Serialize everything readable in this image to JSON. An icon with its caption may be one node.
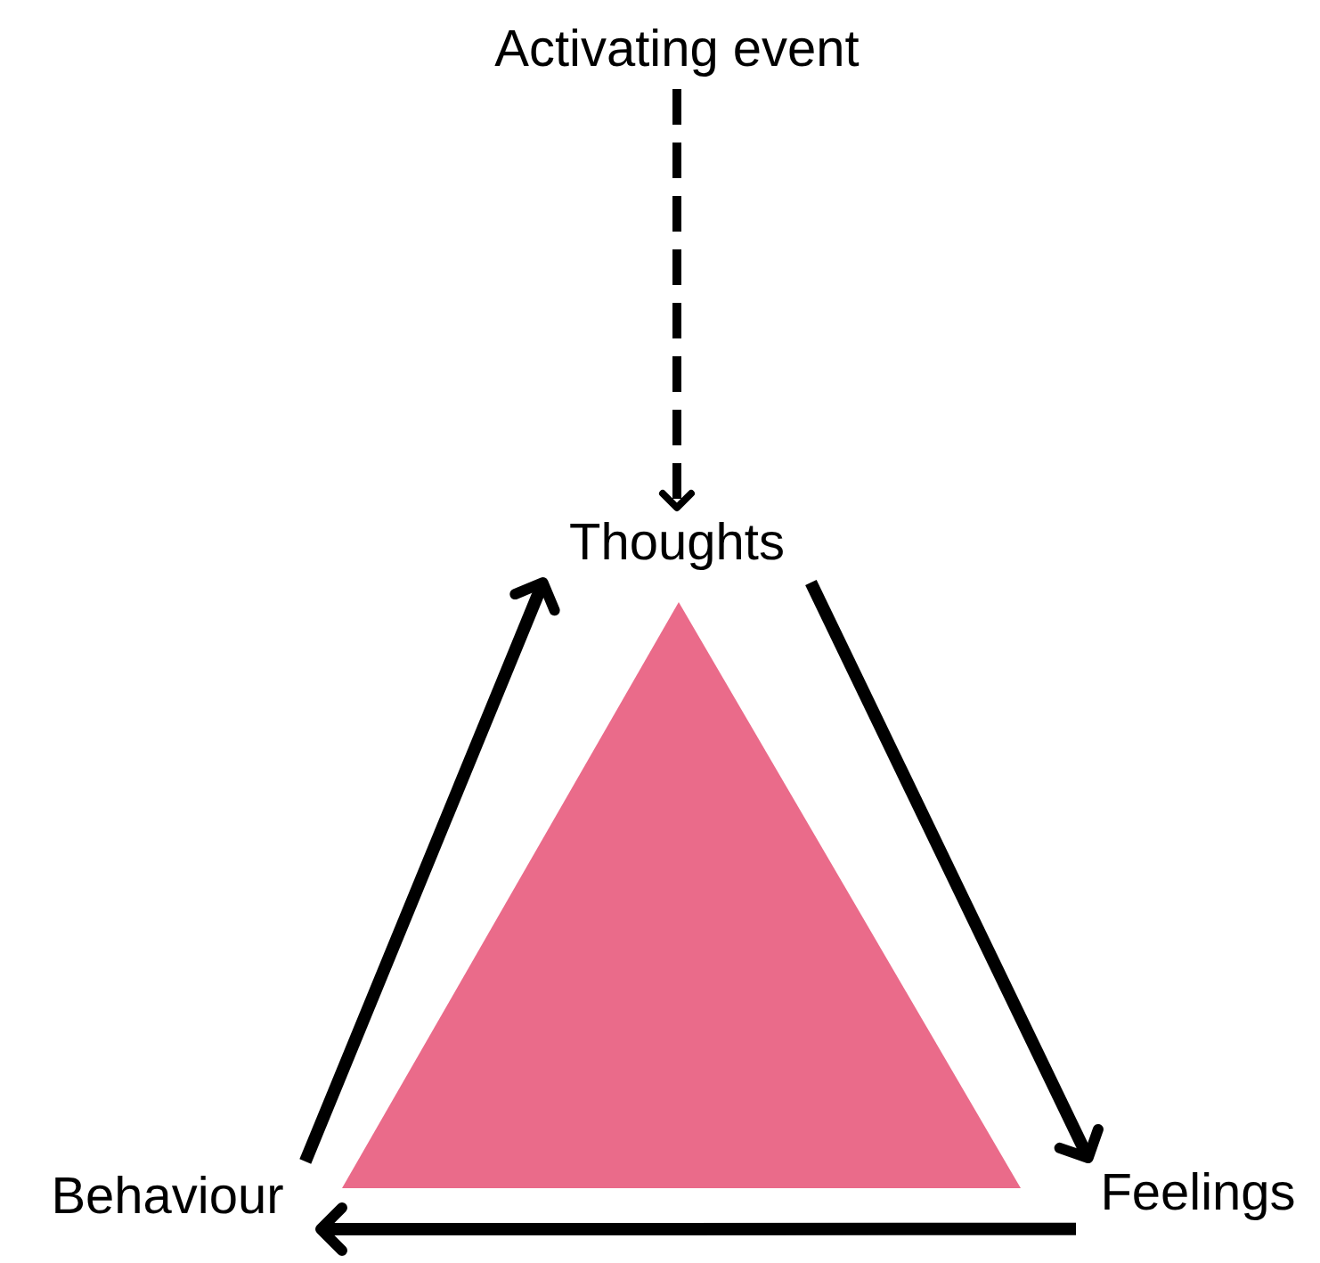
{
  "diagram": {
    "nodes": [
      {
        "text": [
          "Activating event"
        ]
      },
      {
        "text": [
          "Thoughts"
        ]
      },
      {
        "text": [
          "Feelings"
        ]
      },
      {
        "text": [
          "Behaviour"
        ]
      }
    ],
    "edges": [
      {
        "from": 0,
        "to": 1,
        "arrow": "to",
        "style": "dashed"
      },
      {
        "from": 1,
        "to": 2,
        "arrow": "to"
      },
      {
        "from": 2,
        "to": 3,
        "arrow": "to"
      },
      {
        "from": 3,
        "to": 1,
        "arrow": "to"
      }
    ]
  }
}
